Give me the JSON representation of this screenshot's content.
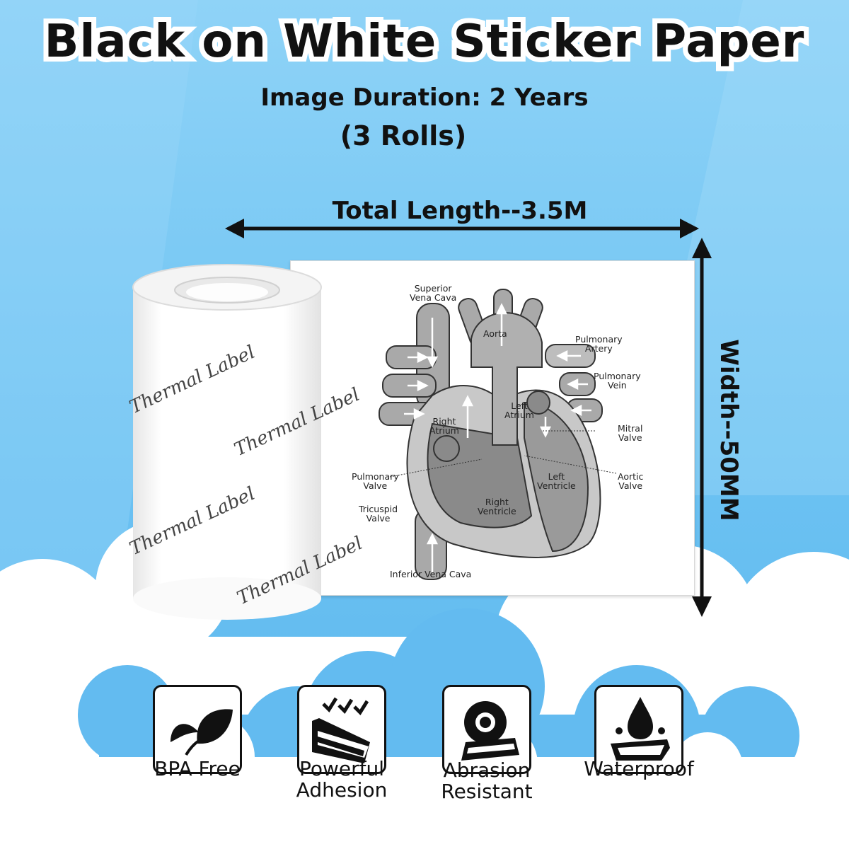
{
  "title": "Black on White Sticker Paper",
  "subtitle": "Image Duration: 2 Years",
  "rolls": "(3 Rolls)",
  "length_label": "Total Length--3.5M",
  "width_label": "Width--50MM",
  "roll_print_text": "Thermal Label",
  "diagram_labels": {
    "superior_vena_cava": [
      "Superior",
      "Vena Cava"
    ],
    "aorta": "Aorta",
    "pulmonary_artery": [
      "Pulmonary",
      "Artery"
    ],
    "pulmonary_vein": [
      "Pulmonary",
      "Vein"
    ],
    "left_atrium": [
      "Left",
      "Atrium"
    ],
    "right_atrium": [
      "Right",
      "Atrium"
    ],
    "mitral_valve": [
      "Mitral",
      "Valve"
    ],
    "pulmonary_valve": [
      "Pulmonary",
      "Valve"
    ],
    "aortic_valve": [
      "Aortic",
      "Valve"
    ],
    "left_ventricle": [
      "Left",
      "Ventricle"
    ],
    "right_ventricle": [
      "Right",
      "Ventricle"
    ],
    "tricuspid_valve": [
      "Tricuspid",
      "Valve"
    ],
    "inferior_vena_cava": "Inferior Vena Cava"
  },
  "features": [
    {
      "icon": "leaf-icon",
      "label": "BPA Free"
    },
    {
      "icon": "adhesion-icon",
      "label": "Powerful Adhesion"
    },
    {
      "icon": "tape-roll-icon",
      "label": "Abrasion Resistant"
    },
    {
      "icon": "water-drop-icon",
      "label": "Waterproof"
    }
  ],
  "colors": {
    "sky_blue": "#5db8f0",
    "light_blue": "#7cc6f4",
    "cloud_white": "#ffffff",
    "text": "#111111"
  }
}
